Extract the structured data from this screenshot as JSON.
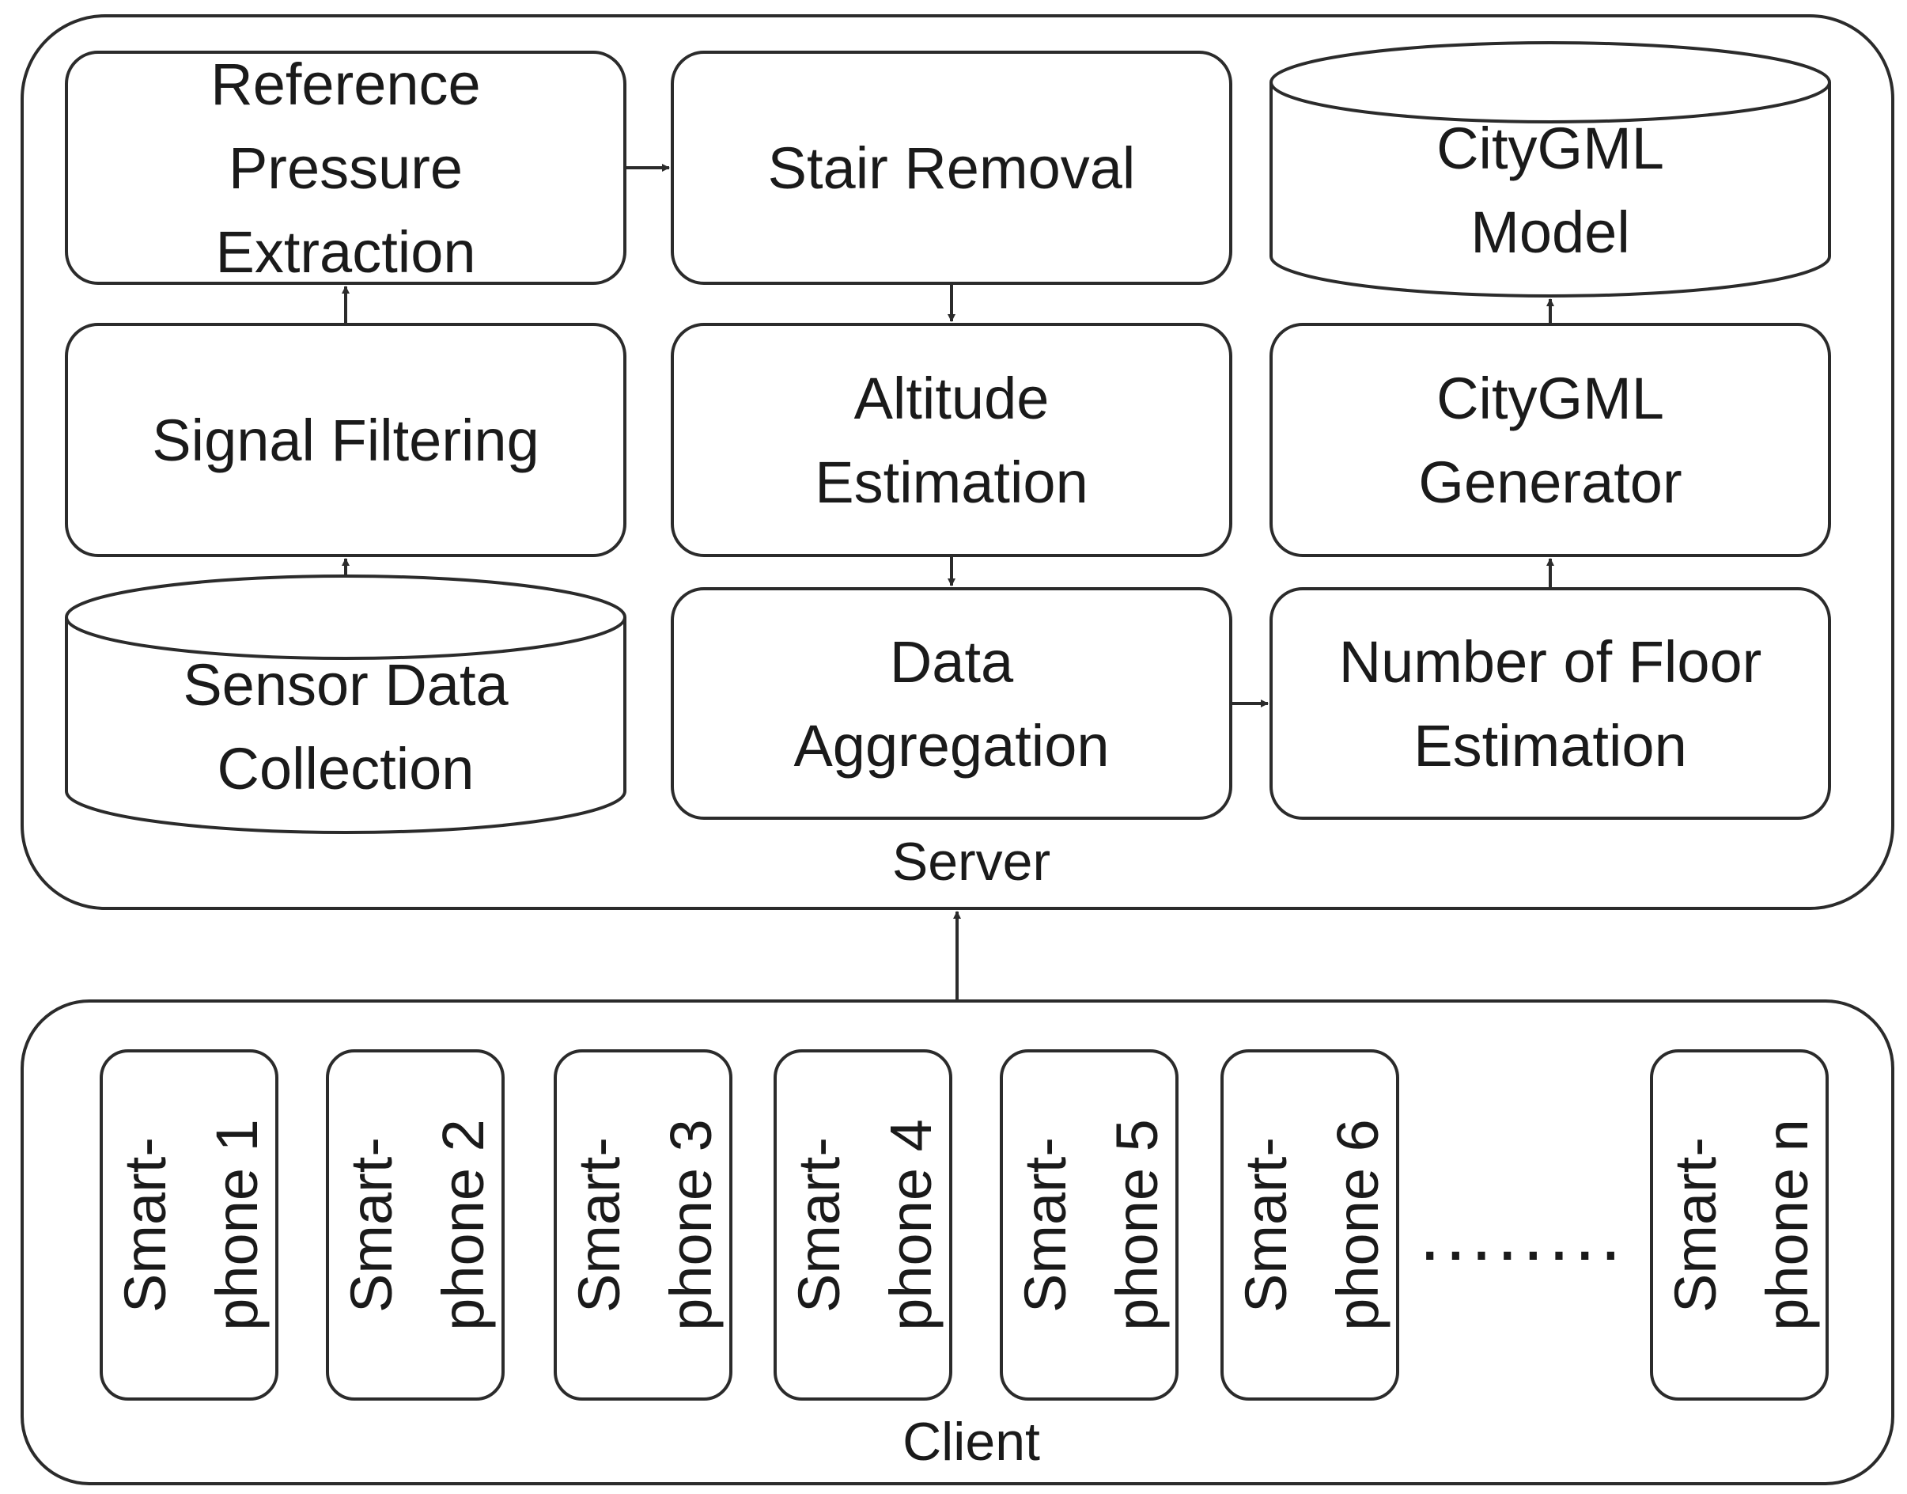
{
  "groups": {
    "server": "Server",
    "client": "Client"
  },
  "nodes": {
    "reference_pressure": [
      "Reference",
      "Pressure",
      "Extraction"
    ],
    "stair_removal": [
      "Stair Removal"
    ],
    "citygml_model": [
      "CityGML",
      "Model"
    ],
    "signal_filtering": [
      "Signal Filtering"
    ],
    "altitude_estimation": [
      "Altitude",
      "Estimation"
    ],
    "citygml_generator": [
      "CityGML",
      "Generator"
    ],
    "sensor_data": [
      "Sensor Data",
      "Collection"
    ],
    "data_aggregation": [
      "Data",
      "Aggregation"
    ],
    "floor_estimation": [
      "Number of Floor",
      "Estimation"
    ]
  },
  "smartphones": [
    [
      "Smart-",
      "phone 1"
    ],
    [
      "Smart-",
      "phone 2"
    ],
    [
      "Smart-",
      "phone 3"
    ],
    [
      "Smart-",
      "phone 4"
    ],
    [
      "Smart-",
      "phone 5"
    ],
    [
      "Smart-",
      "phone 6"
    ],
    [
      "Smart-",
      "phone n"
    ]
  ],
  "ellipsis": "........"
}
